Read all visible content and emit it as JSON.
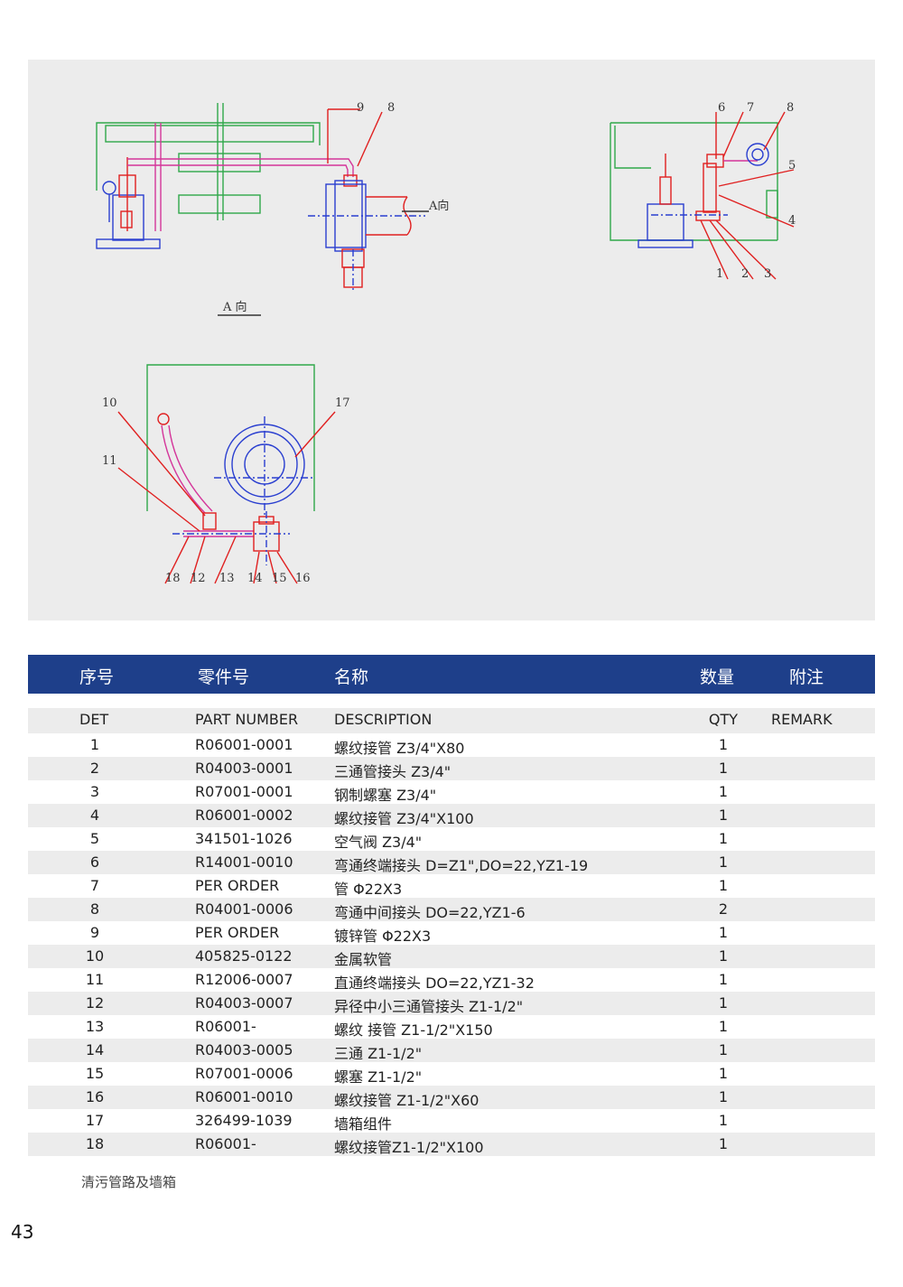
{
  "drawing": {
    "callouts_top_left": [
      "9",
      "8"
    ],
    "view_a_label": "A向",
    "view_a_marker": "A 向",
    "callouts_top_right": [
      "6",
      "7",
      "8",
      "5",
      "4",
      "1",
      "2",
      "3"
    ],
    "callouts_bottom": [
      "10",
      "11",
      "17",
      "18",
      "12",
      "13",
      "14",
      "15",
      "16"
    ]
  },
  "table": {
    "header_cn": {
      "det": "序号",
      "part": "零件号",
      "desc": "名称",
      "qty": "数量",
      "remark": "附注"
    },
    "header_en": {
      "det": "DET",
      "part": "PART NUMBER",
      "desc": "DESCRIPTION",
      "qty": "QTY",
      "remark": "REMARK"
    },
    "rows": [
      {
        "det": "1",
        "part": "R06001-0001",
        "desc": "螺纹接管 Z3/4\"X80",
        "qty": "1",
        "remark": ""
      },
      {
        "det": "2",
        "part": "R04003-0001",
        "desc": "三通管接头 Z3/4\"",
        "qty": "1",
        "remark": ""
      },
      {
        "det": "3",
        "part": "R07001-0001",
        "desc": "钢制螺塞 Z3/4\"",
        "qty": "1",
        "remark": ""
      },
      {
        "det": "4",
        "part": "R06001-0002",
        "desc": "螺纹接管 Z3/4\"X100",
        "qty": "1",
        "remark": ""
      },
      {
        "det": "5",
        "part": "341501-1026",
        "desc": "空气阀 Z3/4\"",
        "qty": "1",
        "remark": ""
      },
      {
        "det": "6",
        "part": "R14001-0010",
        "desc": "弯通终端接头 D=Z1\",DO=22,YZ1-19",
        "qty": "1",
        "remark": ""
      },
      {
        "det": "7",
        "part": "PER ORDER",
        "desc": "管 Φ22X3",
        "qty": "1",
        "remark": ""
      },
      {
        "det": "8",
        "part": "R04001-0006",
        "desc": "弯通中间接头 DO=22,YZ1-6",
        "qty": "2",
        "remark": ""
      },
      {
        "det": "9",
        "part": "PER ORDER",
        "desc": "镀锌管 Φ22X3",
        "qty": "1",
        "remark": ""
      },
      {
        "det": "10",
        "part": "405825-0122",
        "desc": "金属软管",
        "qty": "1",
        "remark": ""
      },
      {
        "det": "11",
        "part": "R12006-0007",
        "desc": "直通终端接头 DO=22,YZ1-32",
        "qty": "1",
        "remark": ""
      },
      {
        "det": "12",
        "part": "R04003-0007",
        "desc": "异径中小三通管接头 Z1-1/2\"",
        "qty": "1",
        "remark": ""
      },
      {
        "det": "13",
        "part": "R06001-",
        "desc": "螺纹 接管 Z1-1/2\"X150",
        "qty": "1",
        "remark": ""
      },
      {
        "det": "14",
        "part": "R04003-0005",
        "desc": "三通 Z1-1/2\"",
        "qty": "1",
        "remark": ""
      },
      {
        "det": "15",
        "part": "R07001-0006",
        "desc": "螺塞 Z1-1/2\"",
        "qty": "1",
        "remark": ""
      },
      {
        "det": "16",
        "part": "R06001-0010",
        "desc": "螺纹接管 Z1-1/2\"X60",
        "qty": "1",
        "remark": ""
      },
      {
        "det": "17",
        "part": "326499-1039",
        "desc": "墙箱组件",
        "qty": "1",
        "remark": ""
      },
      {
        "det": "18",
        "part": "R06001-",
        "desc": "螺纹接管Z1-1/2\"X100",
        "qty": "1",
        "remark": ""
      }
    ]
  },
  "caption": "清污管路及墙箱",
  "page_number": "43",
  "colors": {
    "header_bg": "#1e3f8a",
    "panel_bg": "#ececec",
    "line_green": "#2fa84a",
    "line_blue": "#2a3fd0",
    "line_red": "#e02020",
    "line_magenta": "#d4359a"
  }
}
